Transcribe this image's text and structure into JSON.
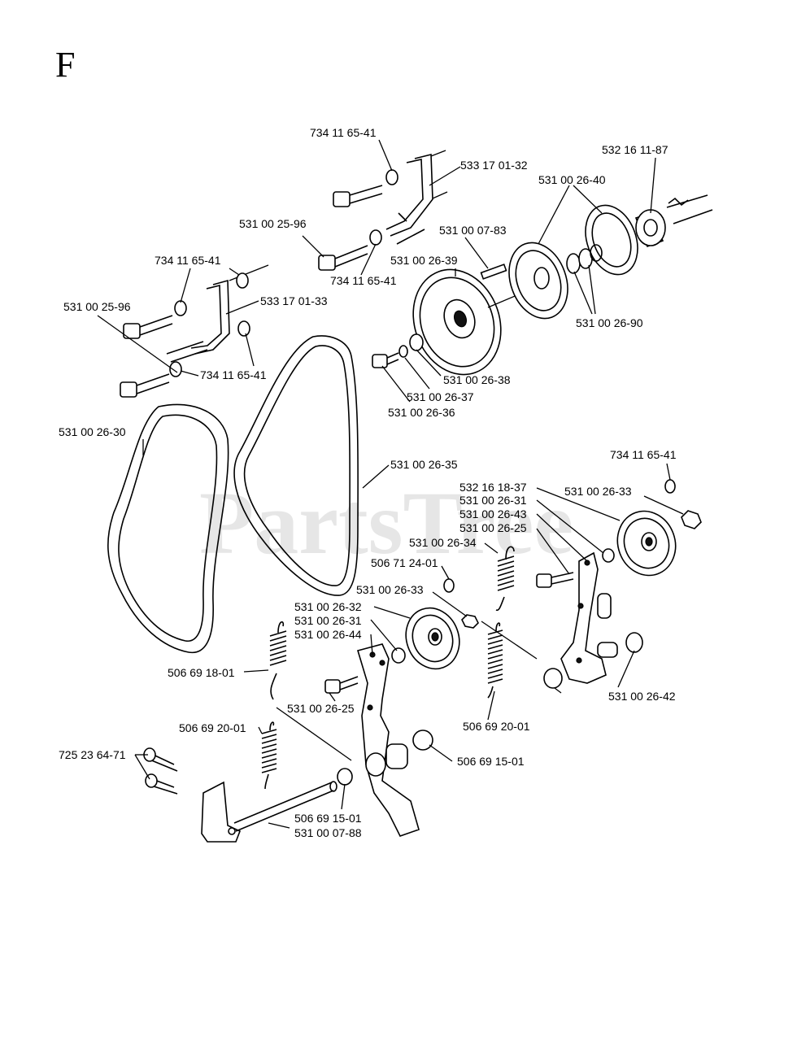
{
  "section_letter": "F",
  "watermark": "PartsTree",
  "callouts": {
    "c01": "734 11 65-41",
    "c02": "533 17 01-32",
    "c03": "532 16 11-87",
    "c04": "531 00 26-40",
    "c05": "531 00 25-96",
    "c06": "531 00 07-83",
    "c07": "734 11 65-41",
    "c08": "531 00 26-39",
    "c09": "734 11 65-41",
    "c10": "533 17 01-33",
    "c11": "531 00 25-96",
    "c12": "531 00 26-90",
    "c13": "734 11 65-41",
    "c14": "531 00 26-38",
    "c15": "531 00 26-37",
    "c16": "531 00 26-36",
    "c17": "531 00 26-30",
    "c18": "531 00 26-35",
    "c19": "734 11 65-41",
    "c20": "532 16 18-37",
    "c21": "531 00 26-33",
    "c22": "531 00 26-31",
    "c23": "531 00 26-43",
    "c24": "531 00 26-25",
    "c25": "531 00 26-34",
    "c26": "506 71 24-01",
    "c27": "531 00 26-33",
    "c28": "531 00 26-32",
    "c29": "531 00 26-31",
    "c30": "531 00 26-44",
    "c31": "506 69 18-01",
    "c32": "531 00 26-42",
    "c33": "531 00 26-25",
    "c34": "506 69 20-01",
    "c35": "506 69 20-01",
    "c36": "725 23 64-71",
    "c37": "506 69 15-01",
    "c38": "506 69 15-01",
    "c39": "531 00 07-88"
  }
}
